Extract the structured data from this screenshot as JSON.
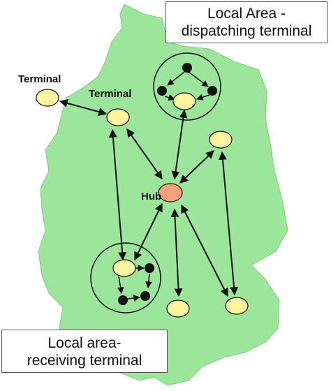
{
  "callouts": {
    "dispatching": {
      "line1": "Local Area -",
      "line2": "dispatching terminal"
    },
    "receiving": {
      "line1": "Local area-",
      "line2": "receiving terminal"
    }
  },
  "labels": {
    "terminal_left": "Terminal",
    "terminal_center": "Terminal",
    "hub": "Hub"
  },
  "colors": {
    "map_fill": "#9be69b",
    "terminal_fill": "#fff5a0",
    "hub_fill": "#f4a07a",
    "local_node_fill": "#111111",
    "edge": "#111111"
  }
}
